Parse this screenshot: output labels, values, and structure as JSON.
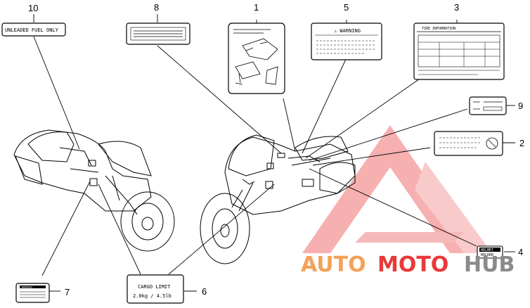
{
  "callouts": {
    "n1": "1",
    "n2": "2",
    "n3": "3",
    "n4": "4",
    "n5": "5",
    "n6": "6",
    "n7": "7",
    "n8": "8",
    "n9": "9",
    "n10": "10"
  },
  "labels": {
    "unleaded": "UNLEADED FUEL ONLY",
    "warning": "⚠ WARNING",
    "tire_info": "TIRE INFORMATION",
    "cargo_title": "CARGO LIMIT",
    "cargo_value": "2.0kg / 4.5lb",
    "helmet_line1": "HELMET",
    "helmet_line2": "HOLDER",
    "warning_small": "WARNING"
  },
  "watermark": {
    "part1": "AUTO",
    "part2": "MOTO",
    "part3": "HUB",
    "color_orange": "#f4a25a",
    "color_red": "#e8393a",
    "color_gray": "#8a8a8a"
  }
}
